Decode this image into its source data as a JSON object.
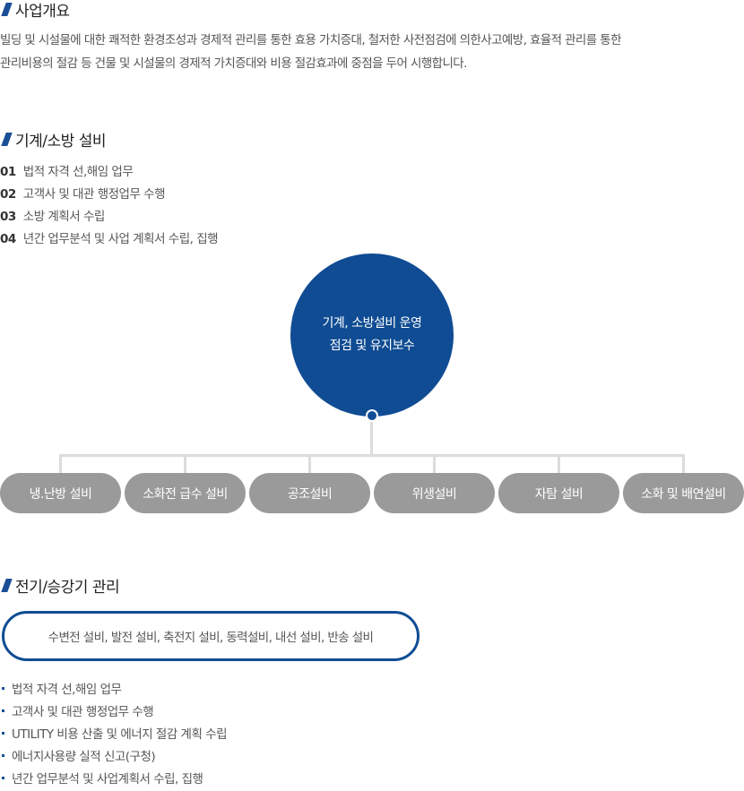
{
  "overview": {
    "title": "사업개요",
    "line1": "빌딩 및 시설물에 대한 쾌적한 환경조성과 경제적 관리를 통한 효용 가치증대, 철저한 사전점검에 의한사고예방, 효율적 관리를 통한",
    "line2": "관리비용의 절감 등 건물 및 시설물의 경제적 가치증대와 비용 절감효과에 중점을 두어 시행합니다."
  },
  "mechanical": {
    "title": "기계/소방 설비",
    "items": [
      {
        "num": "01",
        "text": "법적 자격 선,해임 업무"
      },
      {
        "num": "02",
        "text": "고객사 및 대관 행정업무 수행"
      },
      {
        "num": "03",
        "text": "소방 계획서 수립"
      },
      {
        "num": "04",
        "text": "년간 업무분석 및 사업 계획서 수립, 집행"
      }
    ],
    "center": {
      "line1": "기계, 소방설비 운영",
      "line2": "점검 및 유지보수"
    },
    "branches": [
      "냉.난방 설비",
      "소화전 급수 설비",
      "공조설비",
      "위생설비",
      "자탐 설비",
      "소화 및 배연설비"
    ],
    "colors": {
      "circle": "#0f4c93",
      "pill": "#9a9a9a",
      "line": "#dcdcdc"
    }
  },
  "electrical": {
    "title": "전기/승강기 관리",
    "scope": "수변전 설비, 발전 설비, 축전지 설비, 동력설비, 내선 설비, 반송 설비",
    "items": [
      "법적 자격 선,해임 업무",
      "고객사 및 대관 행정업무 수행",
      "UTILITY 비용 산출 및 에너지 절감 계획 수립",
      "에너지사용량 실적 신고(구청)",
      "년간 업무분석 및 사업계획서 수립, 집행"
    ]
  }
}
